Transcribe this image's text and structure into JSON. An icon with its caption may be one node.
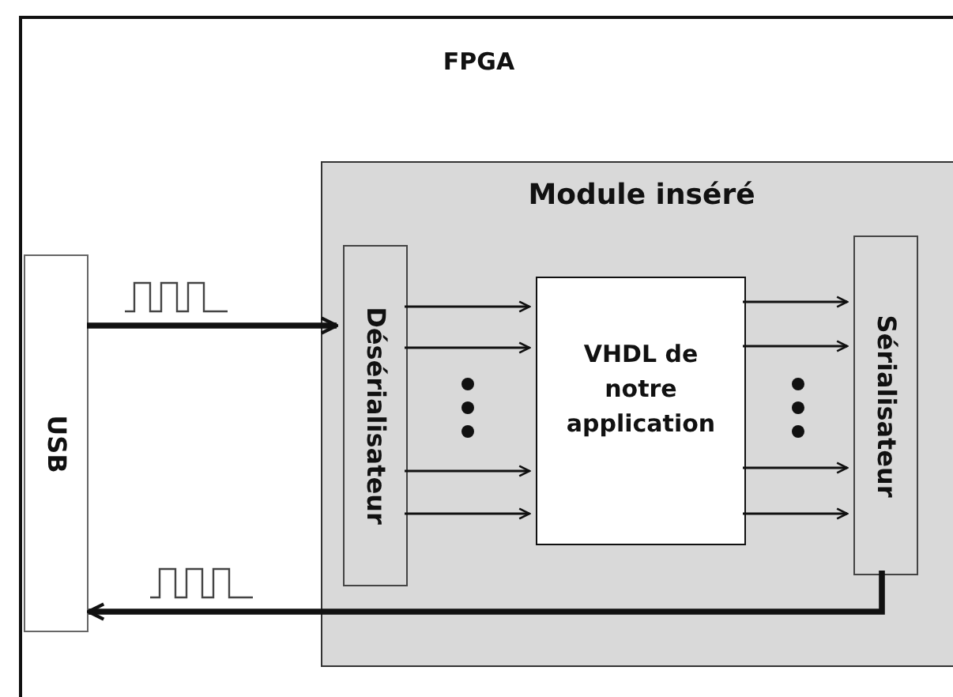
{
  "diagram": {
    "nodes": [
      {
        "text": [
          "FPGA"
        ]
      },
      {
        "text": [
          "Module inséré"
        ],
        "in": 0
      },
      {
        "text": [
          "USB"
        ],
        "in": 0
      },
      {
        "text": [
          "Désérialisateur"
        ],
        "in": 1
      },
      {
        "text": [
          "VHDL de notre application"
        ],
        "in": 1
      },
      {
        "text": [
          "Sérialisateur"
        ],
        "in": 1
      }
    ],
    "edges": [
      {
        "from": 2,
        "to": 3,
        "arrow": "to",
        "style": "thick"
      },
      {
        "from": 3,
        "to": 4,
        "arrow": "to"
      },
      {
        "from": 3,
        "to": 4,
        "arrow": "to"
      },
      {
        "from": 3,
        "to": 4,
        "arrow": "to"
      },
      {
        "from": 3,
        "to": 4,
        "arrow": "to"
      },
      {
        "from": 4,
        "to": 5,
        "arrow": "to"
      },
      {
        "from": 4,
        "to": 5,
        "arrow": "to"
      },
      {
        "from": 4,
        "to": 5,
        "arrow": "to"
      },
      {
        "from": 4,
        "to": 5,
        "arrow": "to"
      },
      {
        "from": 5,
        "to": 2,
        "arrow": "to",
        "style": "thick"
      }
    ]
  }
}
